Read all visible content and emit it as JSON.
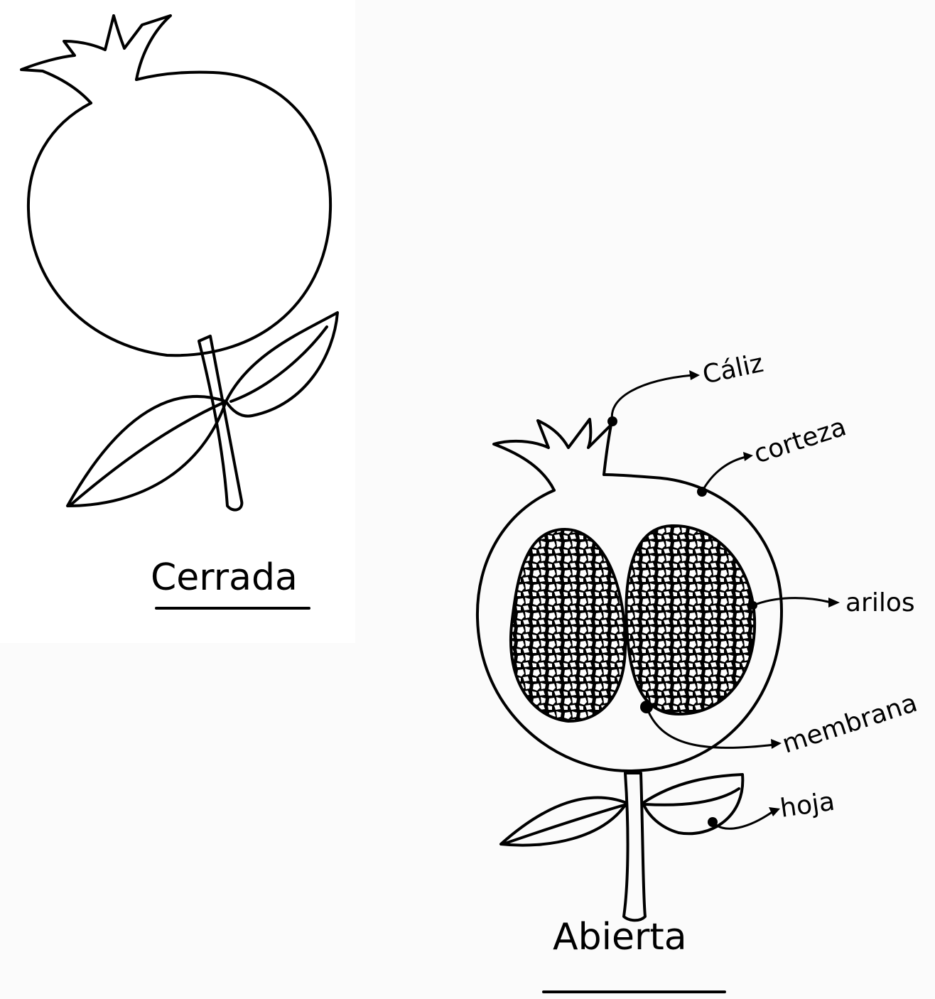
{
  "titles": {
    "closed": "Cerrada",
    "open": "Abierta"
  },
  "labels": {
    "calyx": "Cáliz",
    "rind": "corteza",
    "arils": "arilos",
    "membrane": "membrana",
    "leaf": "hoja"
  },
  "colors": {
    "ink": "#000000",
    "background": "#fbfbfb"
  }
}
